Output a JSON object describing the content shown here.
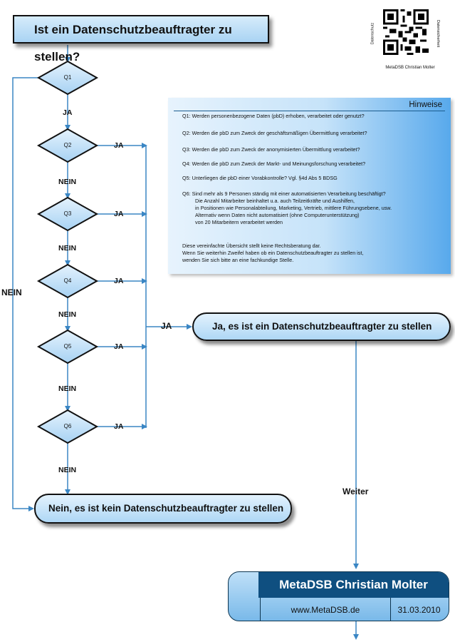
{
  "title": "Ist ein Datenschutzbeauftragter zu stellen?",
  "questions": [
    "Q1",
    "Q2",
    "Q3",
    "Q4",
    "Q5",
    "Q6"
  ],
  "labels": {
    "ja": "JA",
    "nein": "NEIN",
    "weiter": "Weiter"
  },
  "results": {
    "yes": "Ja, es ist ein Datenschutzbeauftragter zu stellen",
    "no": "Nein, es ist kein Datenschutzbeauftragter zu stellen"
  },
  "notes": {
    "heading": "Hinweise",
    "q1": "Q1: Werden personenbezogene Daten (pbD) erhoben, verarbeitet oder genutzt?",
    "q2": "Q2: Werden die pbD zum Zweck der geschäftsmäßigen Übermittlung verarbeitet?",
    "q3": "Q3: Werden die pbD zum Zweck der anonymisierten Übermittlung verarbeitet?",
    "q4": "Q4: Werden die pbD zum Zweck der Markt- und Meinungsforschung verarbeitet?",
    "q5": "Q5: Unterliegen die pbD einer Vorabkontrolle? Vgl. §4d Abs 5 BDSG",
    "q6": [
      "Q6: Sind mehr als 9 Personen ständig mit einer automatisierten Verarbeitung beschäftigt?",
      "Die Anzahl Mitarbeiter beinhaltet u.a. auch Teilzeitkräfte und Aushilfen,",
      "in Positionen wie Personalabteilung, Marketing, Vertrieb, mittlere Führungsebene, usw.",
      "Alternativ wenn Daten nicht automatisiert (ohne Computerunterstützung)",
      "von 20 Mitarbeitern verarbeitet werden"
    ],
    "footer": [
      "Diese vereinfachte Übersicht stellt keine Rechtsberatung dar.",
      "Wenn Sie weiterhin Zweifel haben ob ein Datenschutzbeauftragter zu stellen ist,",
      "wenden Sie sich bitte an eine fachkundige Stelle."
    ]
  },
  "card": {
    "name": "MetaDSB Christian Molter",
    "url": "www.MetaDSB.de",
    "date": "31.03.2010"
  },
  "qr": {
    "caption": "MetaDSB Christian Molter",
    "side_left": "Datenschutz",
    "side_right": "Datensicherheit"
  },
  "colors": {
    "connector": "#3a86c4",
    "box_fill": "#b3d9f5",
    "notes_accent": "#58a9ec",
    "card_header": "#0f4f80"
  }
}
